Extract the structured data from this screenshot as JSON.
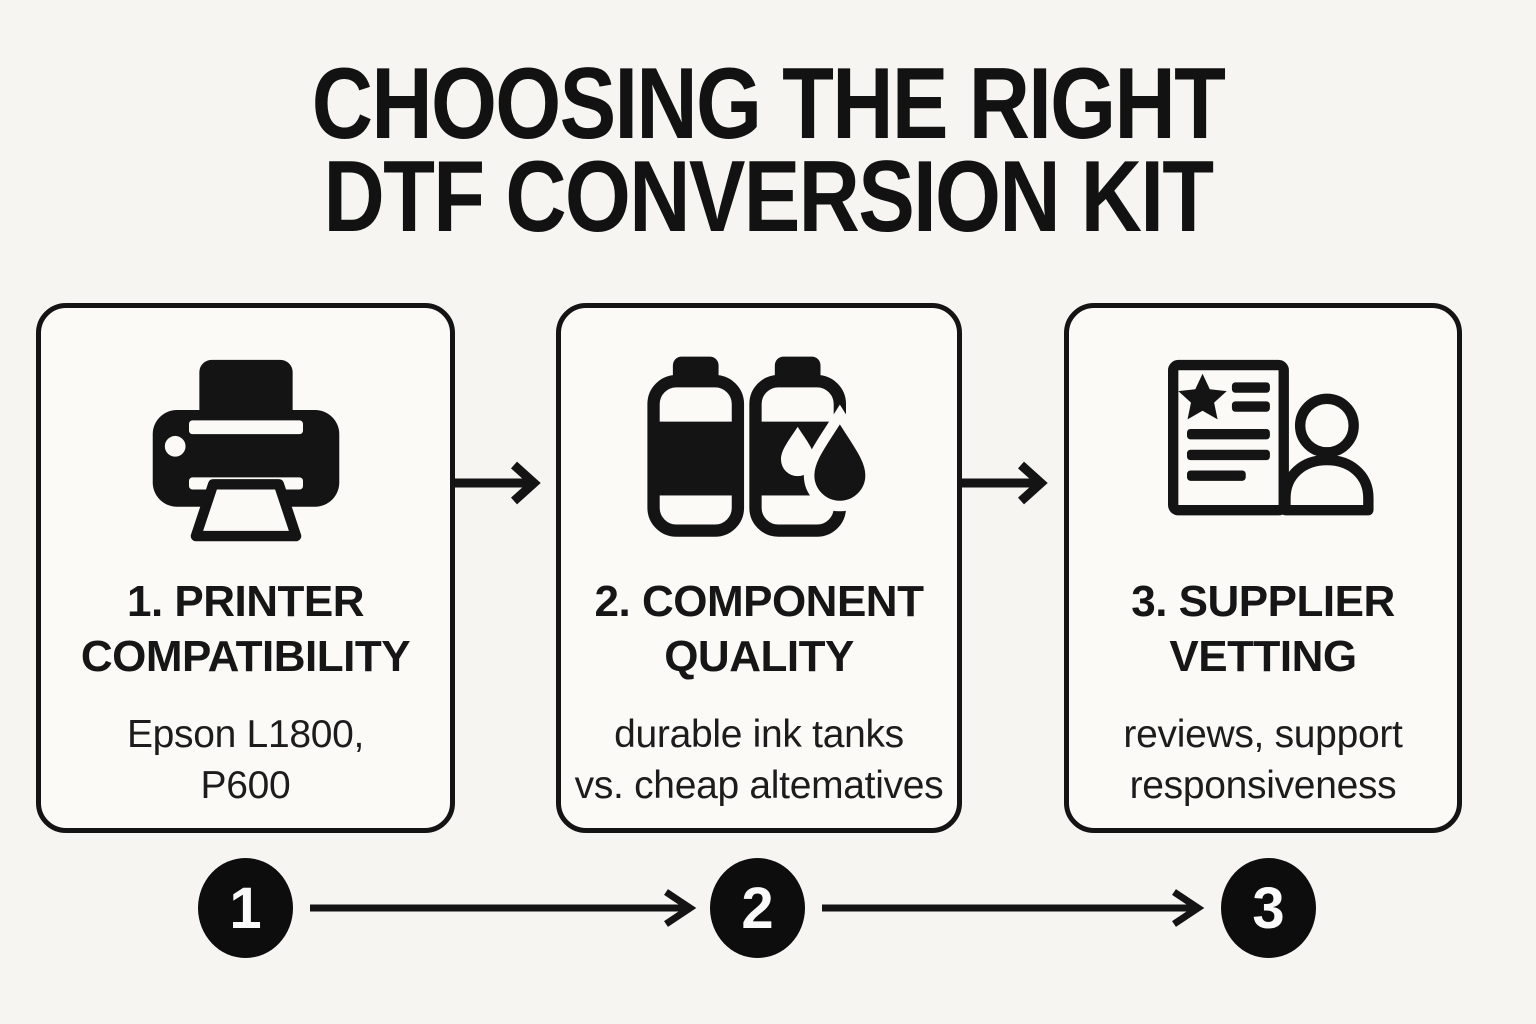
{
  "colors": {
    "background": "#f7f5f1",
    "box_fill": "#fbfaf7",
    "ink": "#141414",
    "badge_fill": "#0d0d0d",
    "badge_text": "#fafafa"
  },
  "title": {
    "line1": "CHOOSING THE RIGHT",
    "line2": "DTF CONVERSION KIT"
  },
  "steps": [
    {
      "icon": "printer-icon",
      "heading_line1": "1. PRINTER",
      "heading_line2": "COMPATIBILITY",
      "sub_line1": "Epson L1800,",
      "sub_line2": "P600",
      "badge": "1"
    },
    {
      "icon": "ink-bottles-icon",
      "heading_line1": "2. COMPONENT",
      "heading_line2": "QUALITY",
      "sub_line1": "durable ink tanks",
      "sub_line2": "vs. cheap altematives",
      "badge": "2"
    },
    {
      "icon": "document-person-icon",
      "heading_line1": "3. SUPPLIER",
      "heading_line2": "VETTING",
      "sub_line1": "reviews, support",
      "sub_line2": "responsiveness",
      "badge": "3"
    }
  ]
}
